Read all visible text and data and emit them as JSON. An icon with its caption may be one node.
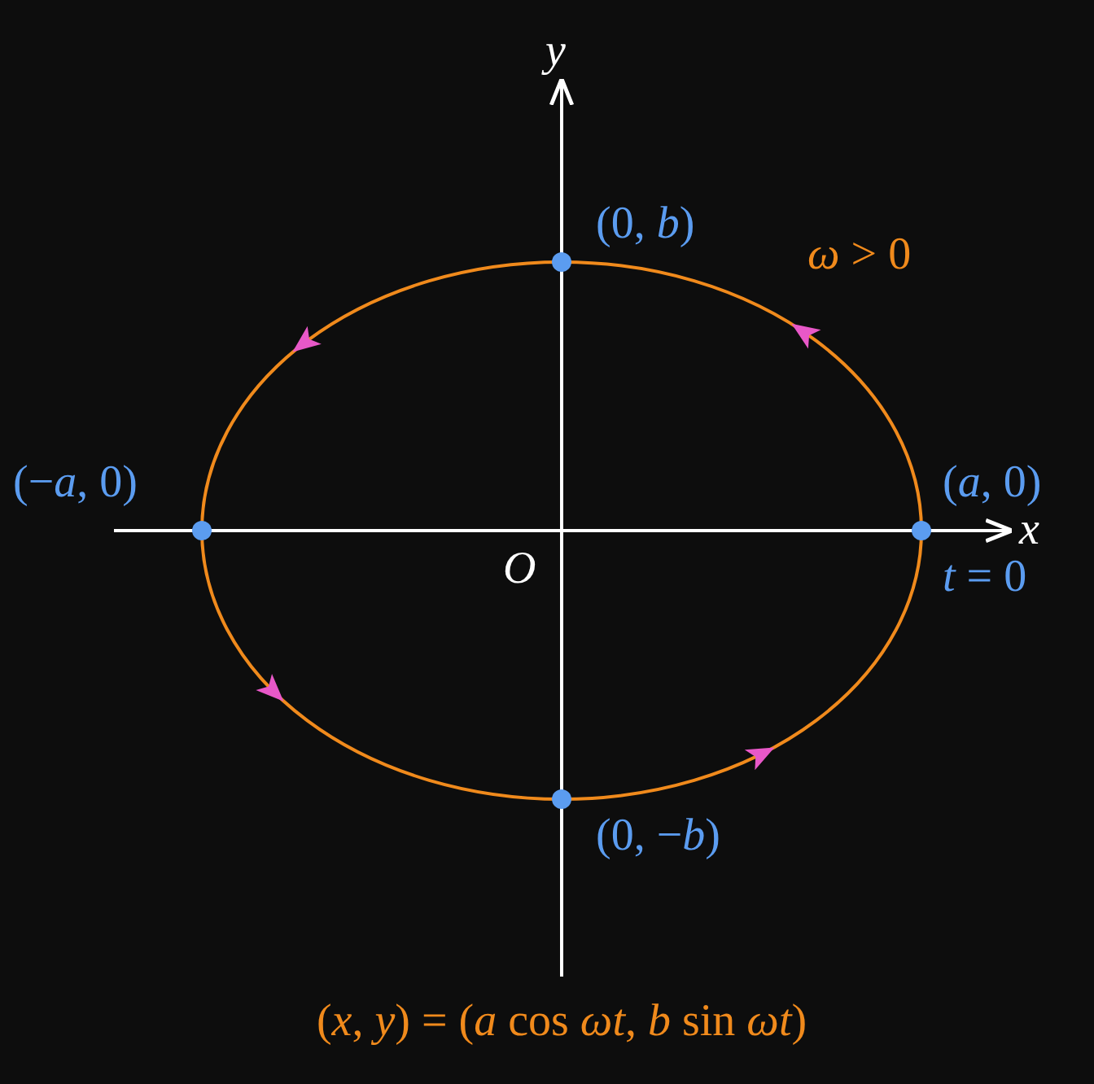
{
  "diagram": {
    "nodes": [
      {
        "text": [],
        "shape": "circle",
        "beside": [
          "(0, *b*)"
        ]
      },
      {
        "text": [],
        "shape": "circle",
        "beside": [
          "(−*a*, 0)"
        ]
      },
      {
        "text": [],
        "shape": "circle",
        "beside": [
          "(*a*, 0)",
          "*t* = 0"
        ]
      },
      {
        "text": [],
        "shape": "circle",
        "beside": [
          "(0, −*b*)"
        ]
      }
    ],
    "labels": [
      "*y*",
      "*ω* > 0",
      "*x*",
      "*O*",
      "(*x*, *y*) = (*a* cos *ωt*, *b* sin *ωt*)"
    ]
  }
}
